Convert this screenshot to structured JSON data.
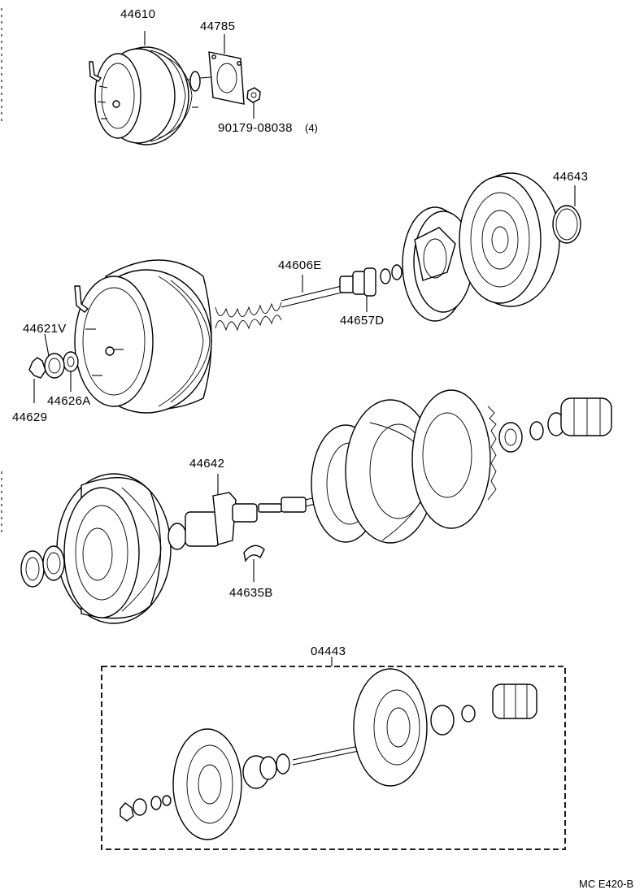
{
  "diagram": {
    "part_labels": {
      "p44610": "44610",
      "p44785": "44785",
      "p90179": "90179-08038",
      "p90179_qty": "(4)",
      "p44643": "44643",
      "p44606E": "44606E",
      "p44657D": "44657D",
      "p44621V": "44621V",
      "p44626A": "44626A",
      "p44629": "44629",
      "p44642": "44642",
      "p44635B": "44635B",
      "p04443": "04443"
    },
    "footer_code": "MC E420-B"
  }
}
